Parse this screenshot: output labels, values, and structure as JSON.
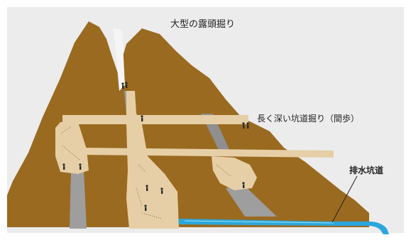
{
  "labels": {
    "top": "大型の露頭掘り",
    "tunnel": "長く深い坑道掘り（間歩）",
    "drain": "排水坑道"
  },
  "colors": {
    "background_panel": "#ececec",
    "mountain": "#9a6a20",
    "mountain_dark": "#7a5214",
    "tunnel": "#e6cfa6",
    "shaft_gray": "#9e9e9e",
    "water": "#2aa7dc"
  }
}
